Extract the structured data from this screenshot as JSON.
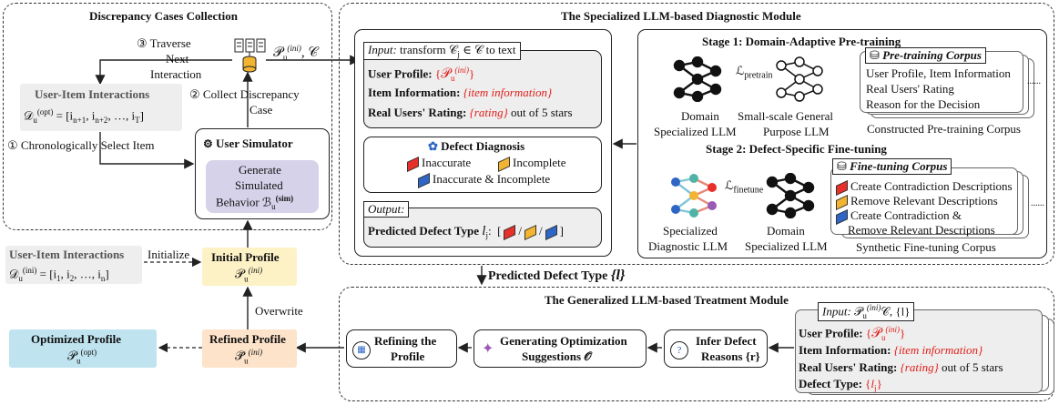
{
  "regions": {
    "collection_title": "Discrepancy Cases Collection",
    "diagnostic_title": "The Specialized LLM-based Diagnostic Module",
    "treatment_title": "The Generalized LLM-based Treatment Module"
  },
  "collection": {
    "step3": "③ Traverse",
    "step3b": "Next",
    "step3c": "Interaction",
    "step2": "② Collect Discrepancy",
    "step2b": "Case",
    "step1": "① Chronologically Select Item",
    "opt_title": "User-Item Interactions",
    "opt_formula_lhs": "𝒟",
    "opt_formula": "= [i",
    "opt_formula_sub1": "n+1",
    "opt_formula_sep": ", i",
    "opt_formula_sub2": "n+2",
    "opt_formula_tail": ", …, i",
    "opt_formula_sub3": "T",
    "opt_formula_end": "]",
    "opt_sup": "(opt)",
    "opt_sub": "u",
    "simulator_title": "User Simulator",
    "simulator_body1": "Generate",
    "simulator_body2": "Simulated",
    "simulator_body3": "Behavior ℬ",
    "simulator_sup": "(sim)",
    "simulator_sub": "u",
    "pc_label": "𝒫",
    "pc_sup": "(ini)",
    "pc_sub": "u",
    "pc_tail": ", 𝒞"
  },
  "bottom_left": {
    "ini_title": "User-Item Interactions",
    "ini_formula": "𝒟",
    "ini_sup": "(ini)",
    "ini_sub": "u",
    "ini_tail": "= [i",
    "ini_s1": "1",
    "ini_m": ", i",
    "ini_s2": "2",
    "ini_t": ", …, i",
    "ini_s3": "n",
    "ini_end": "]",
    "initialize": "Initialize",
    "initial_profile": "Initial Profile",
    "overwrite": "Overwrite",
    "refined_profile": "Refined Profile",
    "optimized_profile": "Optimized Profile",
    "P": "𝒫",
    "Ptilde": "𝒫̃",
    "sup_ini": "(ini)",
    "sup_opt": "(opt)",
    "sub_u": "u"
  },
  "diagnostic": {
    "input_label": "Input:",
    "input_text": "transform 𝒞",
    "input_sub": "j",
    "input_tail": "∈ 𝒞 to text",
    "user_profile": "User Profile:",
    "item_information": "Item Information:",
    "item_information_val": "item information",
    "rating": "Real Users' Rating:",
    "rating_val": "rating",
    "rating_tail": "out of 5 stars",
    "defect_title": "Defect Diagnosis",
    "inaccurate": "Inaccurate",
    "incomplete": "Incomplete",
    "both": "Inaccurate & Incomplete",
    "output_label": "Output:",
    "predicted": "Predicted Defect Type",
    "l_j": "l",
    "l_sub": "j",
    "stage1": "Stage 1: Domain-Adaptive Pre-training",
    "stage2": "Stage 2: Defect-Specific Fine-tuning",
    "pretrain_corpus": "Pre-training Corpus",
    "pc_line1": "User Profile, Item Information",
    "pc_line2": "Real Users' Rating",
    "pc_line3": "Reason for the Decision",
    "pc_caption": "Constructed Pre-training Corpus",
    "ellipsis": "......",
    "l_pretrain": "ℒ",
    "l_pretrain_sub": "pretrain",
    "small_llm": "Small-scale General",
    "small_llm2": "Purpose LLM",
    "domain_llm": "Domain",
    "domain_llm2": "Specialized LLM",
    "finetune_corpus": "Fine-tuning Corpus",
    "fc_line1": "Create Contradiction Descriptions",
    "fc_line2": "Remove Relevant Descriptions",
    "fc_line3": "Create Contradiction &",
    "fc_line4": "Remove Relevant Descriptions",
    "fc_caption": "Synthetic Fine-tuning Corpus",
    "l_finetune": "ℒ",
    "l_finetune_sub": "finetune",
    "domain_llm_b": "Domain",
    "domain_llm_b2": "Specialized LLM",
    "diag_llm": "Specialized",
    "diag_llm2": "Diagnostic LLM"
  },
  "middle": {
    "predicted_defect": "Predicted Defect Type",
    "l": "{l}"
  },
  "treatment": {
    "refining": "Refining the",
    "refining2": "Profile",
    "generating": "Generating Optimization",
    "generating2": "Suggestions 𝒪",
    "infer": "Infer Defect",
    "infer2": "Reasons {r}",
    "input_label": "Input:",
    "input_formula": "𝒫",
    "input_sup": "(ini)",
    "input_sub": "u",
    "input_tail": "𝒞, {l}",
    "user_profile": "User Profile:",
    "item_information": "Item Information:",
    "item_information_val": "item information",
    "rating": "Real Users' Rating:",
    "rating_val": "rating",
    "rating_tail": "out of 5 stars",
    "defect_type": "Defect Type:",
    "defect_val": "l",
    "defect_sub": "j"
  },
  "colors": {
    "initial_profile_bg": "#fdf2c6",
    "refined_profile_bg": "#fde3c9",
    "optimized_profile_bg": "#bfe3ef",
    "simulator_inner_bg": "#d6d2ea",
    "accent_red": "#e0201b"
  }
}
